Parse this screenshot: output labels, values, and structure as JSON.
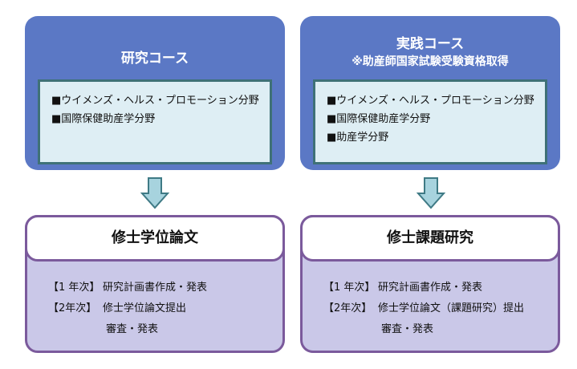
{
  "courses": [
    {
      "title": "研究コース",
      "fields": [
        "■ウイメンズ・ヘルス・プロモーション分野",
        "■国際保健助産学分野"
      ]
    },
    {
      "title": "実践コース",
      "subtitle": "※助産師国家試験受験資格取得",
      "fields": [
        "■ウイメンズ・ヘルス・プロモーション分野",
        "■国際保健助産学分野",
        "■助産学分野"
      ]
    }
  ],
  "results": [
    {
      "title": "修士学位論文",
      "year1_label": "【1 年次】",
      "year1_task": "研究計画書作成・発表",
      "year2_label": "【2年次】",
      "year2_task": "修士学位論文提出",
      "year2_task2": "審査・発表"
    },
    {
      "title": "修士課題研究",
      "year1_label": "【1 年次】",
      "year1_task": "研究計画書作成・発表",
      "year2_label": "【2年次】",
      "year2_task": "修士学位論文（課題研究）提出",
      "year2_task2": "審査・発表"
    }
  ],
  "colors": {
    "course_fill": "#5b78c5",
    "field_fill": "#deeef4",
    "field_border": "#3f7177",
    "arrow_fill": "#a7d3de",
    "arrow_stroke": "#3f7a85",
    "result_fill": "#cac8e8",
    "result_border": "#7b5a9c"
  }
}
